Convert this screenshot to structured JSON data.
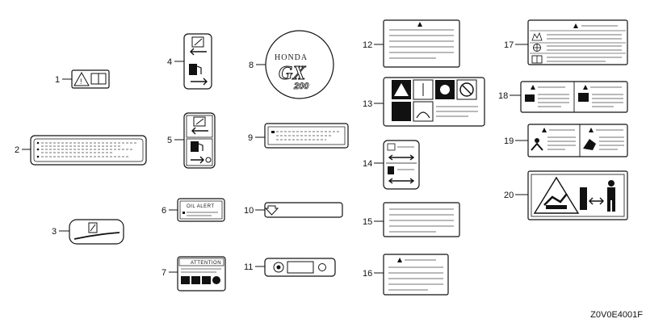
{
  "callouts": [
    "1",
    "2",
    "3",
    "4",
    "5",
    "6",
    "7",
    "8",
    "9",
    "10",
    "11",
    "12",
    "13",
    "14",
    "15",
    "16",
    "17",
    "18",
    "19",
    "20"
  ],
  "labels": {
    "oil_alert": "OIL ALERT",
    "attention": "ATTENTION",
    "brand": "HONDA",
    "engine_series": "GX",
    "engine_model": "200"
  },
  "reference_code": "Z0V0E4001F"
}
